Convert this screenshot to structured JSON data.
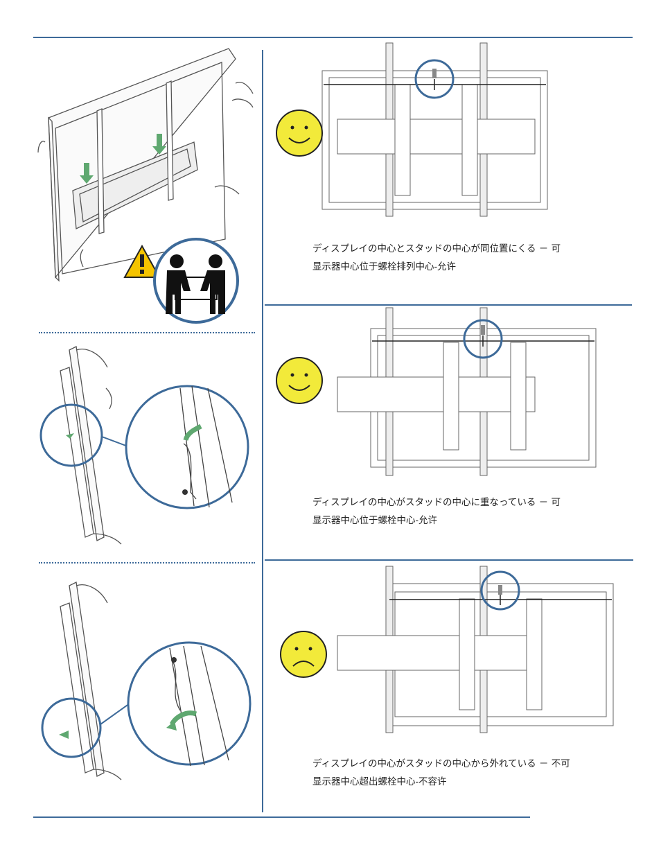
{
  "panels": [
    {
      "id": "centered",
      "mood": "happy",
      "caption_ja": "ディスプレイの中心とスタッドの中心が同位置にくる － 可",
      "caption_zh": "显示器中心位于螺栓排列中心-允许"
    },
    {
      "id": "overlap",
      "mood": "happy",
      "caption_ja": "ディスプレイの中心がスタッドの中心に重なっている － 可",
      "caption_zh": "显示器中心位于螺栓中心-允许"
    },
    {
      "id": "outside",
      "mood": "sad",
      "caption_ja": "ディスプレイの中心がスタッドの中心から外れている － 不可",
      "caption_zh": "显示器中心超出螺栓中心-不容许"
    }
  ],
  "colors": {
    "rule": "#3d6a99",
    "face": "#f2ea3a",
    "arrow": "#5fa870",
    "warning": "#f5c400"
  }
}
